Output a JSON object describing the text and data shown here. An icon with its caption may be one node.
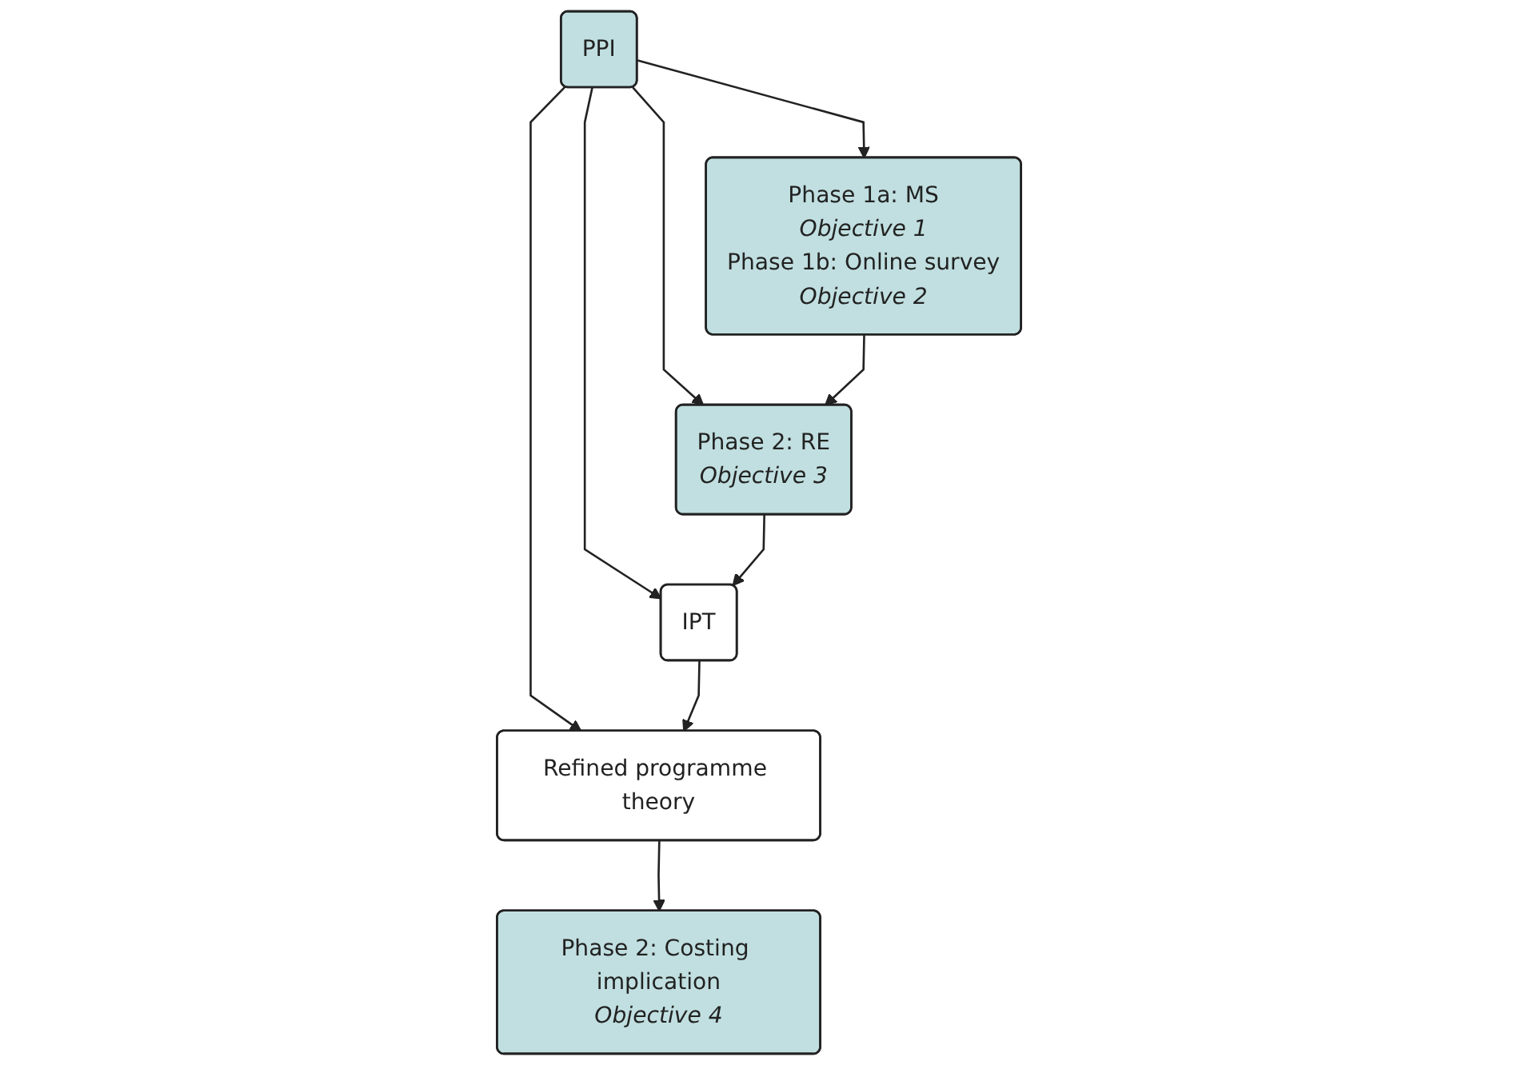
{
  "diagram": {
    "nodes": [
      {
        "text": [
          "PPI"
        ]
      },
      {
        "text": [
          "Phase 1a: MS",
          "Objective 1",
          "Phase 1b: Online survey",
          "Objective 2"
        ]
      },
      {
        "text": [
          "Phase 2: RE",
          "Objective 3"
        ]
      },
      {
        "text": [
          "IPT"
        ]
      },
      {
        "text": [
          "Refined programme theory"
        ]
      },
      {
        "text": [
          "Phase 2: Costing implication",
          "Objective 4"
        ]
      }
    ],
    "edges": [
      {
        "from": 0,
        "to": 1,
        "arrow": "to"
      },
      {
        "from": 0,
        "to": 2,
        "arrow": "to"
      },
      {
        "from": 0,
        "to": 3,
        "arrow": "to"
      },
      {
        "from": 0,
        "to": 4,
        "arrow": "to"
      },
      {
        "from": 1,
        "to": 2,
        "arrow": "to"
      },
      {
        "from": 2,
        "to": 3,
        "arrow": "to"
      },
      {
        "from": 3,
        "to": 4,
        "arrow": "to"
      },
      {
        "from": 4,
        "to": 5,
        "arrow": "to"
      }
    ]
  }
}
